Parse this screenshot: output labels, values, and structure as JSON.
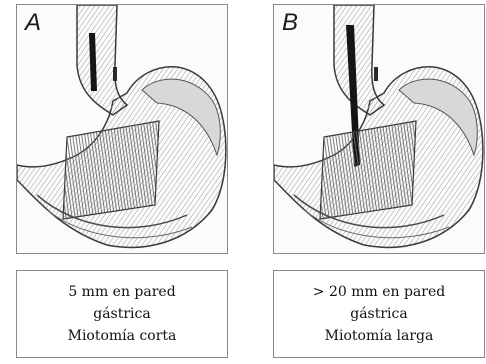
{
  "panels": [
    {
      "letter": "A",
      "caption": [
        "5 mm en pared",
        "gástrica",
        "Miotomía corta"
      ]
    },
    {
      "letter": "B",
      "caption": [
        "> 20 mm en pared",
        "gástrica",
        "Miotomía larga"
      ]
    }
  ]
}
